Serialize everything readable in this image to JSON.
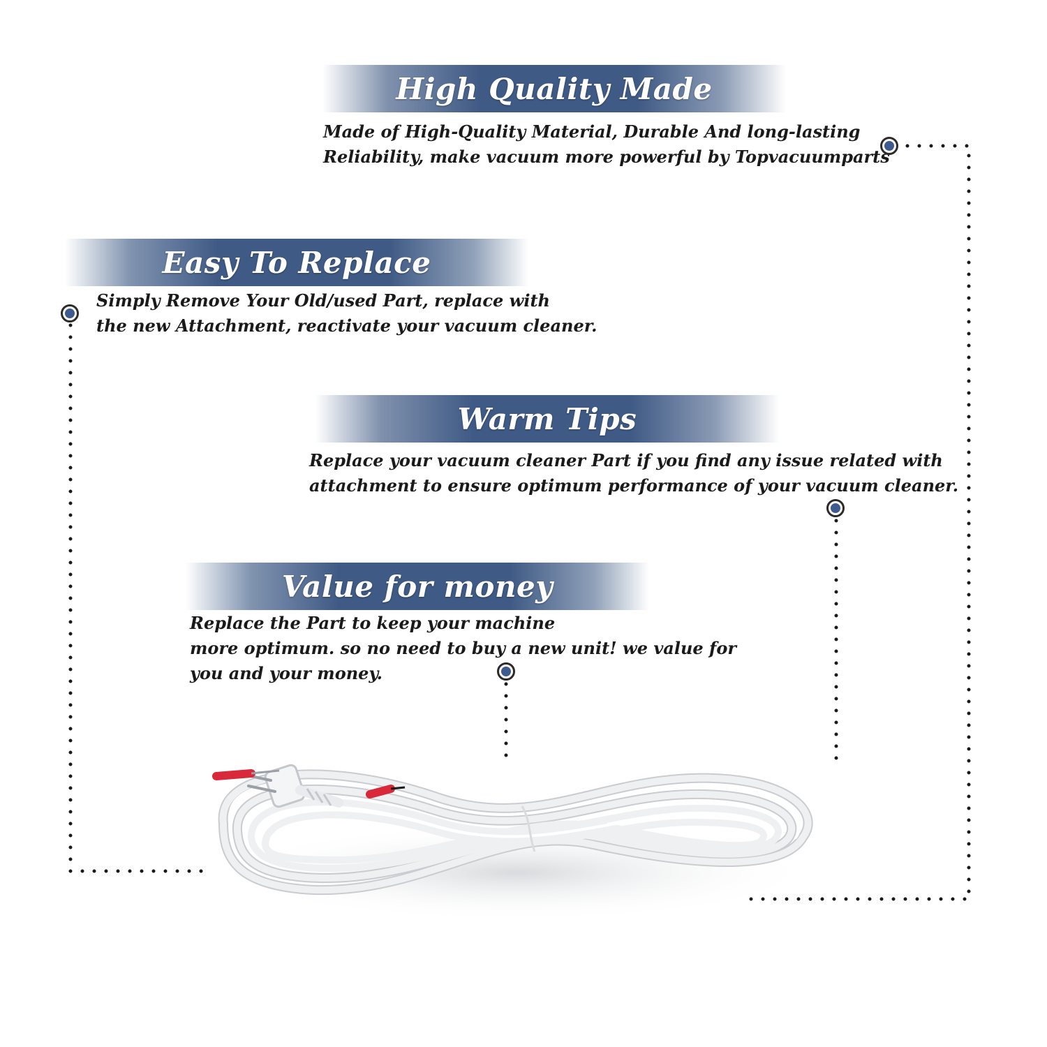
{
  "features": [
    {
      "title": "High Quality Made",
      "lines": [
        "Made of  High-Quality Material, Durable And long-lasting",
        "Reliability, make vacuum more powerful by Topvacuumparts"
      ]
    },
    {
      "title": "Easy To Replace",
      "lines": [
        "Simply Remove Your Old/used Part, replace with",
        "the new Attachment, reactivate your vacuum cleaner."
      ]
    },
    {
      "title": "Warm Tips",
      "lines": [
        "Replace your vacuum cleaner Part if you find any issue related with",
        " attachment to ensure optimum performance of your vacuum cleaner."
      ]
    },
    {
      "title": "Value for money",
      "lines": [
        "Replace the Part to keep your machine",
        "more optimum. so no need to buy a new unit! we value for",
        "you and your money."
      ]
    }
  ],
  "colors": {
    "banner_blue": "#3f5a85",
    "marker_blue": "#3f5a8e",
    "text": "#1a1a1a"
  },
  "product_image": "white-power-cord-illustration"
}
